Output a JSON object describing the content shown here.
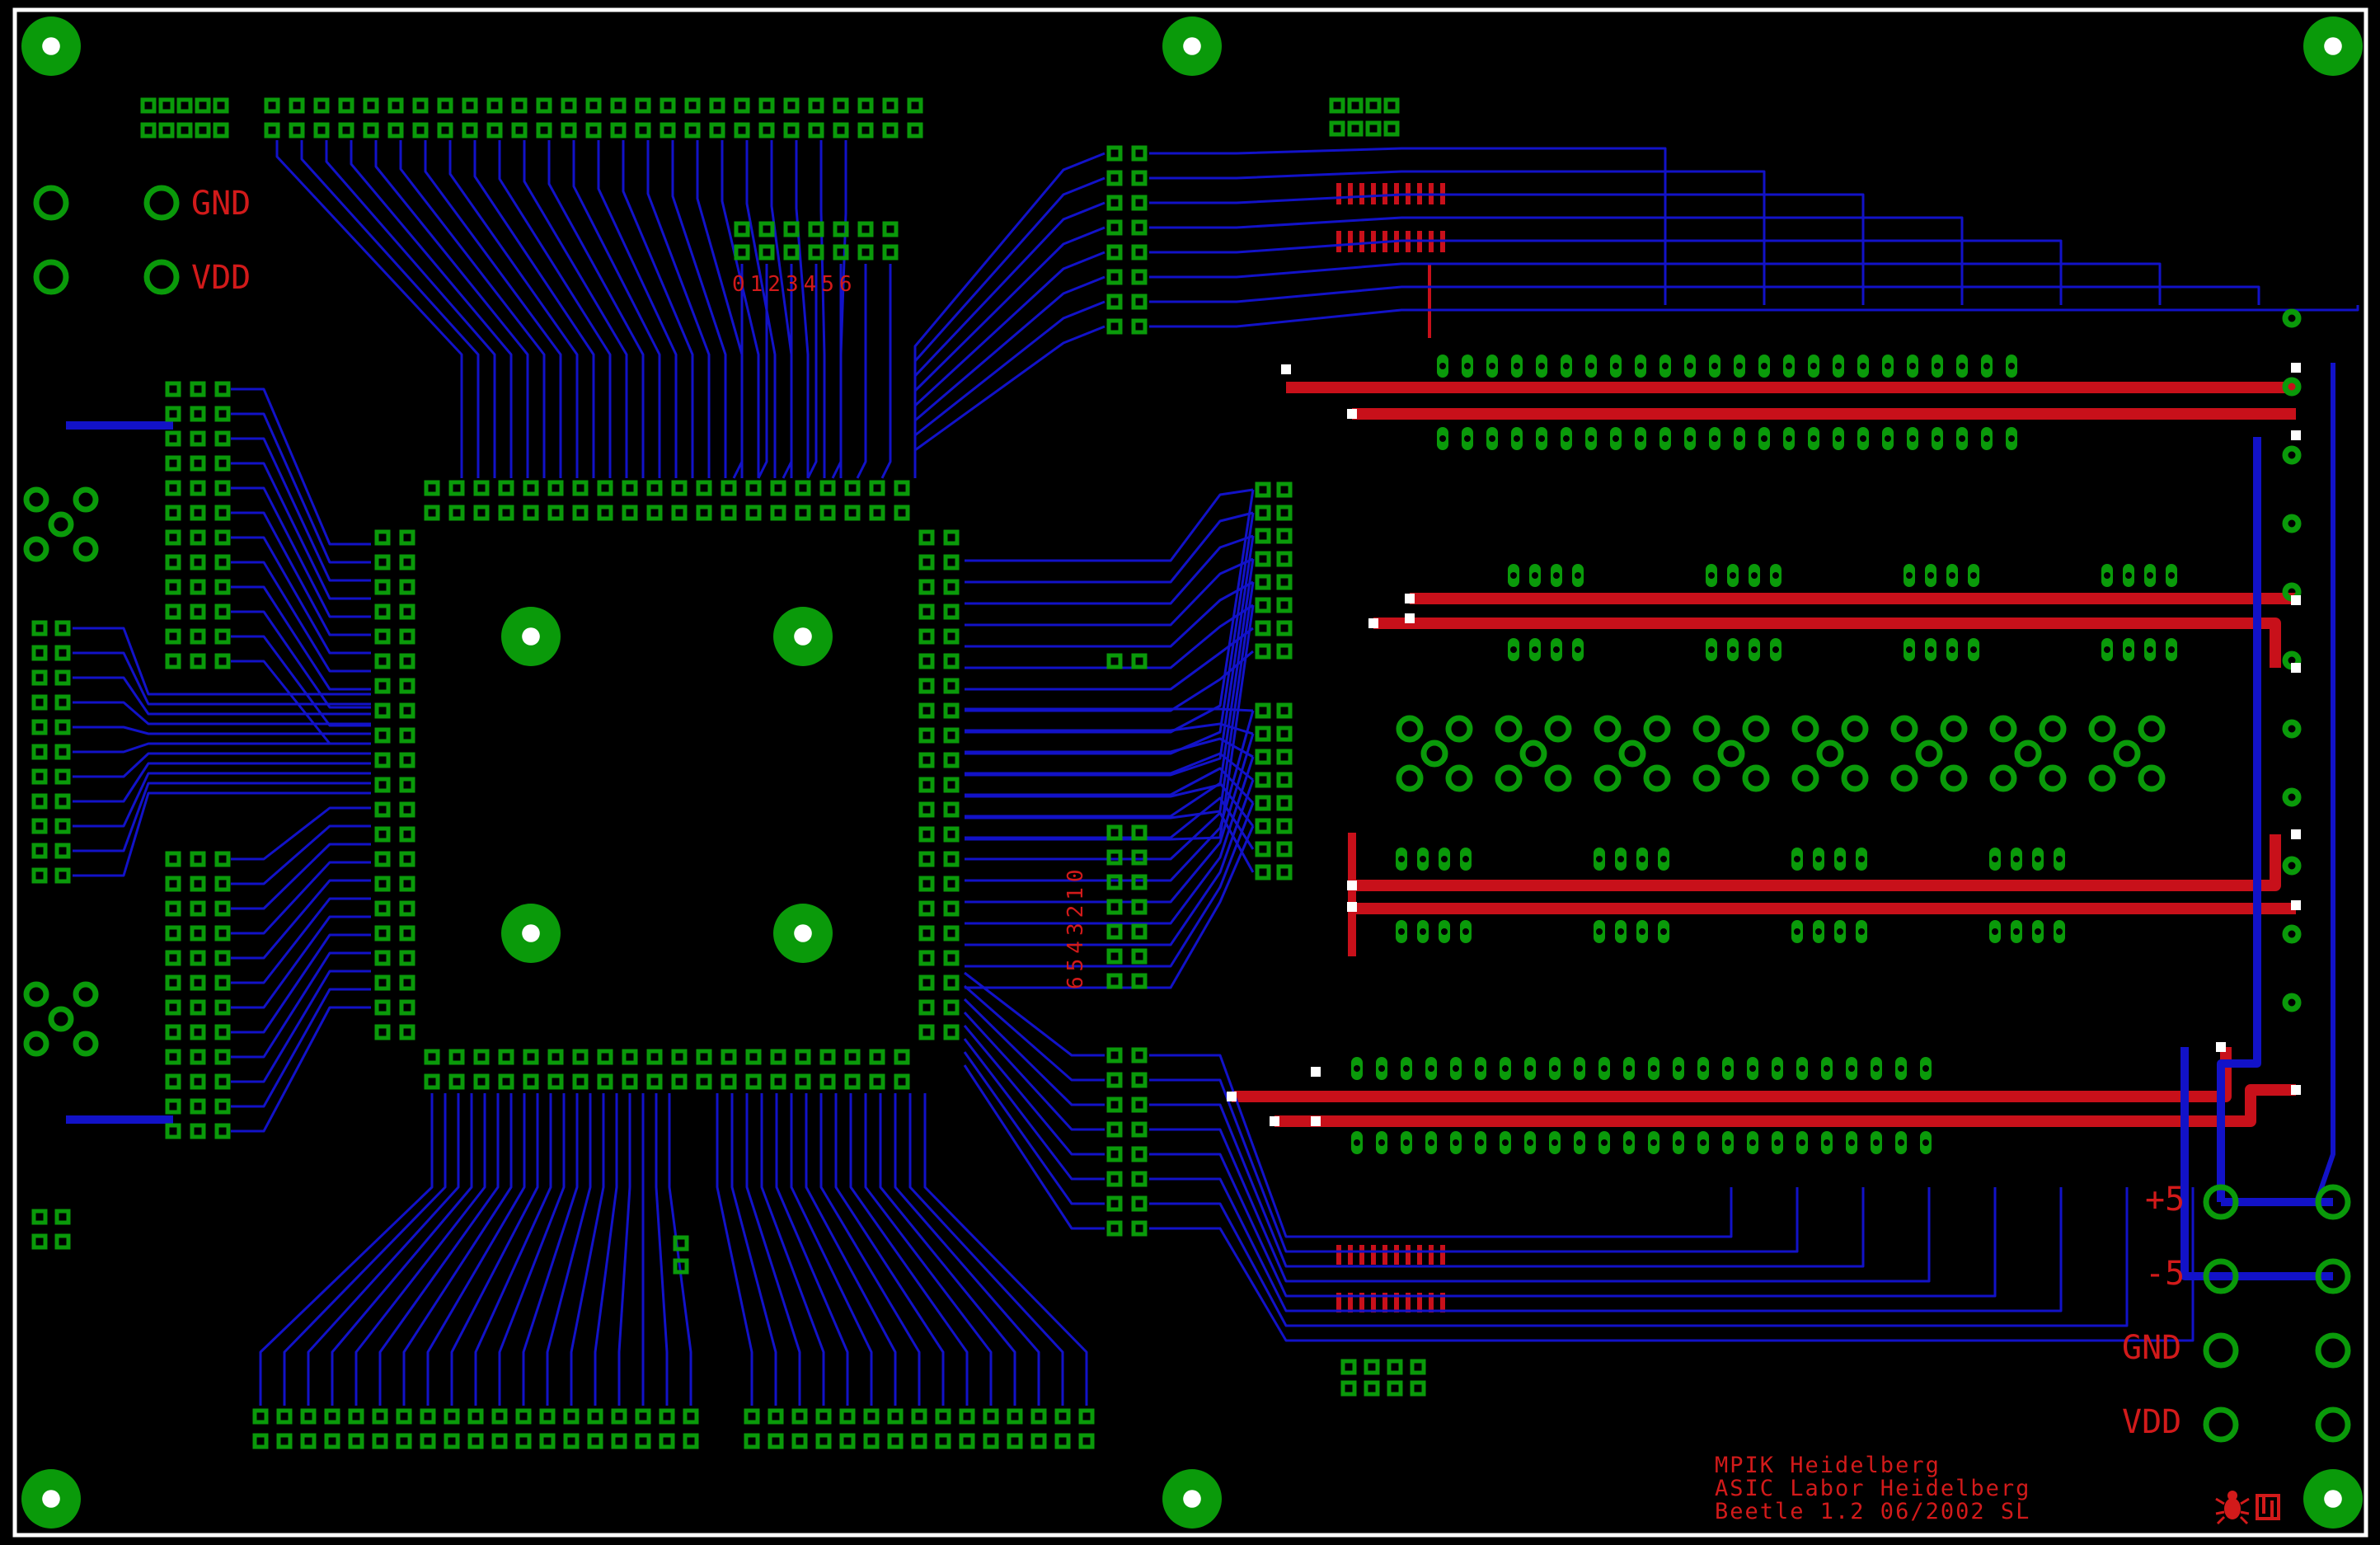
{
  "colors": {
    "background": "#000000",
    "outline": "#ffffff",
    "pad": "#0a9a0a",
    "trace_bottom": "#1212c8",
    "trace_top": "#c8101a",
    "text": "#d21a1a",
    "via_ring": "#ffffff"
  },
  "labels": {
    "gnd_left": "GND",
    "vdd_left": "VDD",
    "digits_top": "0123456",
    "digits_vertical": "6543210",
    "plus5": "+5",
    "minus5": "-5",
    "gnd_right": "GND",
    "vdd_right": "VDD"
  },
  "credits": {
    "line1": "MPIK Heidelberg",
    "line2": "ASIC Labor Heidelberg",
    "line3": "Beetle 1.2   06/2002   SL"
  },
  "icons": [
    "mounting-hole-icon",
    "bug-logo-icon",
    "chip-logo-icon"
  ]
}
